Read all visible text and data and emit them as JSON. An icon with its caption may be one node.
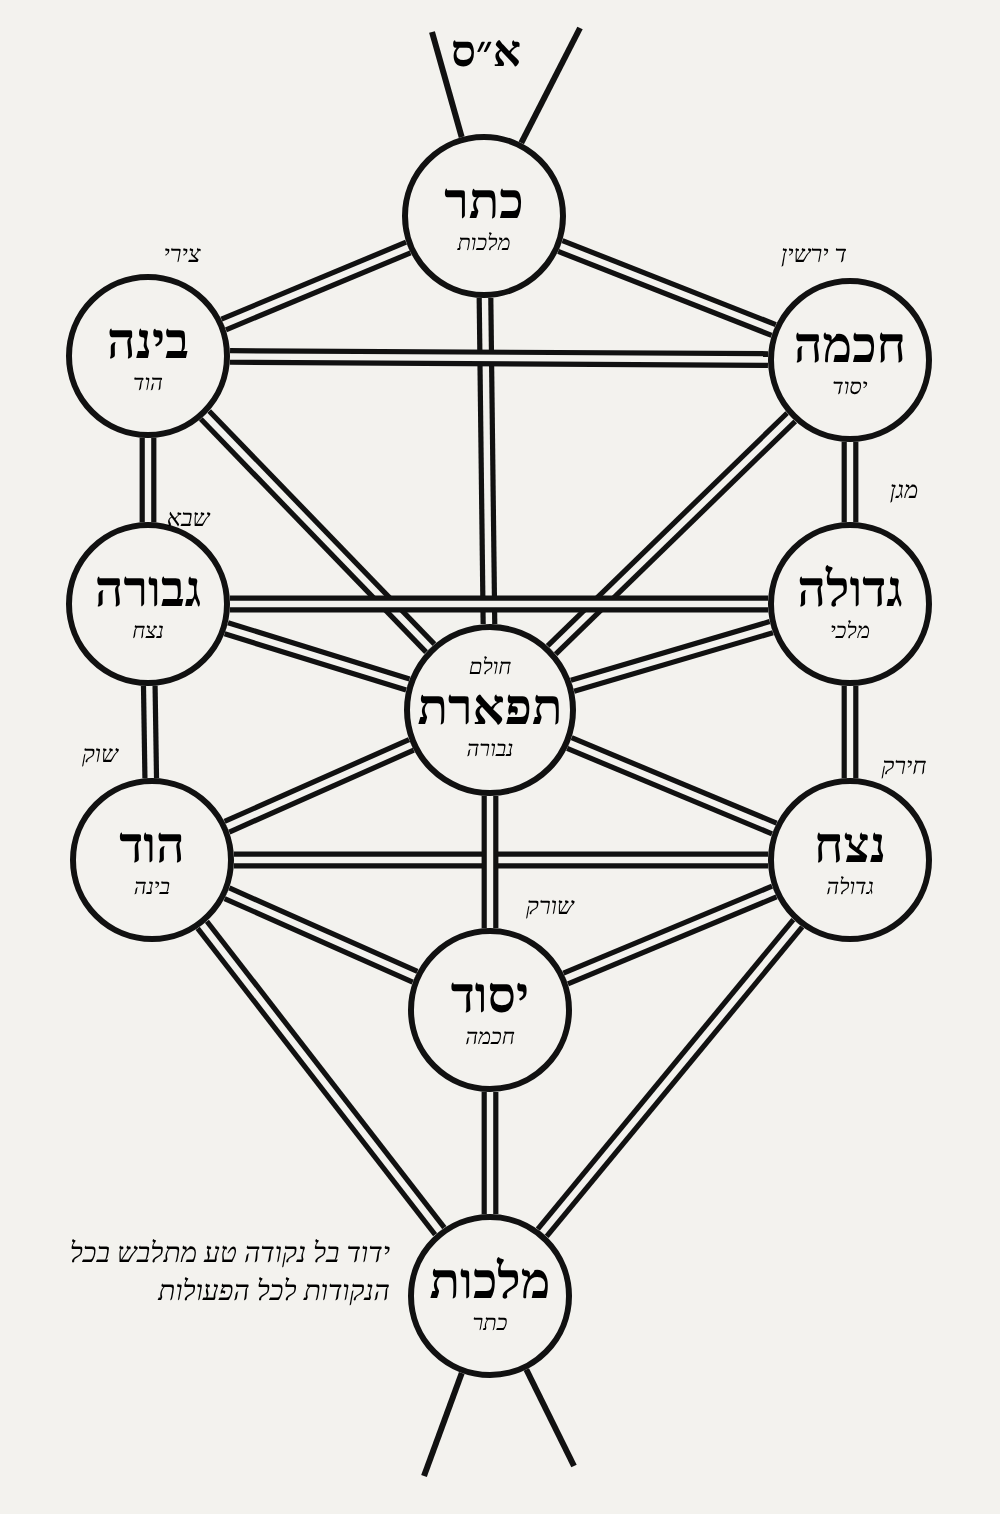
{
  "diagram": {
    "nodes": [
      {
        "text": [
          "כתר",
          "מלכות"
        ],
        "beside": [
          "א״ס"
        ]
      },
      {
        "text": [
          "בינה",
          "הוד"
        ],
        "beside": [
          "צירי"
        ]
      },
      {
        "text": [
          "חכמה",
          "יסוד"
        ],
        "beside": [
          "ד ירשין"
        ]
      },
      {
        "text": [
          "גבורה",
          "נצח"
        ],
        "beside": [
          "שבא"
        ]
      },
      {
        "text": [
          "גדולה",
          "מלכי"
        ],
        "beside": [
          "מגן"
        ]
      },
      {
        "text": [
          "חולם",
          "תפארת",
          "נבורה"
        ]
      },
      {
        "text": [
          "הוד",
          "בינה"
        ],
        "beside": [
          "שוק"
        ]
      },
      {
        "text": [
          "נצח",
          "גדולה"
        ],
        "beside": [
          "חירק"
        ]
      },
      {
        "text": [
          "יסוד",
          "חכמה"
        ],
        "beside": [
          "שורק"
        ]
      },
      {
        "text": [
          "מלכות",
          "כתר"
        ],
        "beside": [
          "ידוד בל נקודה טע מתלבש בכל הנקודות לכל הפעולות"
        ]
      }
    ],
    "edges": [
      {
        "from": null,
        "to": 0,
        "arrow": "none"
      },
      {
        "from": null,
        "to": 0,
        "arrow": "none"
      },
      {
        "from": 0,
        "to": 1,
        "arrow": "none"
      },
      {
        "from": 0,
        "to": 2,
        "arrow": "none"
      },
      {
        "from": 0,
        "to": 5,
        "arrow": "none"
      },
      {
        "from": 1,
        "to": 2,
        "arrow": "none"
      },
      {
        "from": 1,
        "to": 3,
        "arrow": "none"
      },
      {
        "from": 2,
        "to": 4,
        "arrow": "none"
      },
      {
        "from": 1,
        "to": 5,
        "arrow": "none"
      },
      {
        "from": 2,
        "to": 5,
        "arrow": "none"
      },
      {
        "from": 3,
        "to": 4,
        "arrow": "none"
      },
      {
        "from": 3,
        "to": 5,
        "arrow": "none"
      },
      {
        "from": 4,
        "to": 5,
        "arrow": "none"
      },
      {
        "from": 3,
        "to": 6,
        "arrow": "none"
      },
      {
        "from": 4,
        "to": 7,
        "arrow": "none"
      },
      {
        "from": 5,
        "to": 6,
        "arrow": "none"
      },
      {
        "from": 5,
        "to": 7,
        "arrow": "none"
      },
      {
        "from": 6,
        "to": 7,
        "arrow": "none"
      },
      {
        "from": 5,
        "to": 8,
        "arrow": "none"
      },
      {
        "from": 6,
        "to": 8,
        "arrow": "none"
      },
      {
        "from": 7,
        "to": 8,
        "arrow": "none"
      },
      {
        "from": 6,
        "to": 9,
        "arrow": "none"
      },
      {
        "from": 7,
        "to": 9,
        "arrow": "none"
      },
      {
        "from": 8,
        "to": 9,
        "arrow": "none"
      },
      {
        "from": 9,
        "to": null,
        "arrow": "none"
      },
      {
        "from": 9,
        "to": null,
        "arrow": "none"
      }
    ]
  }
}
